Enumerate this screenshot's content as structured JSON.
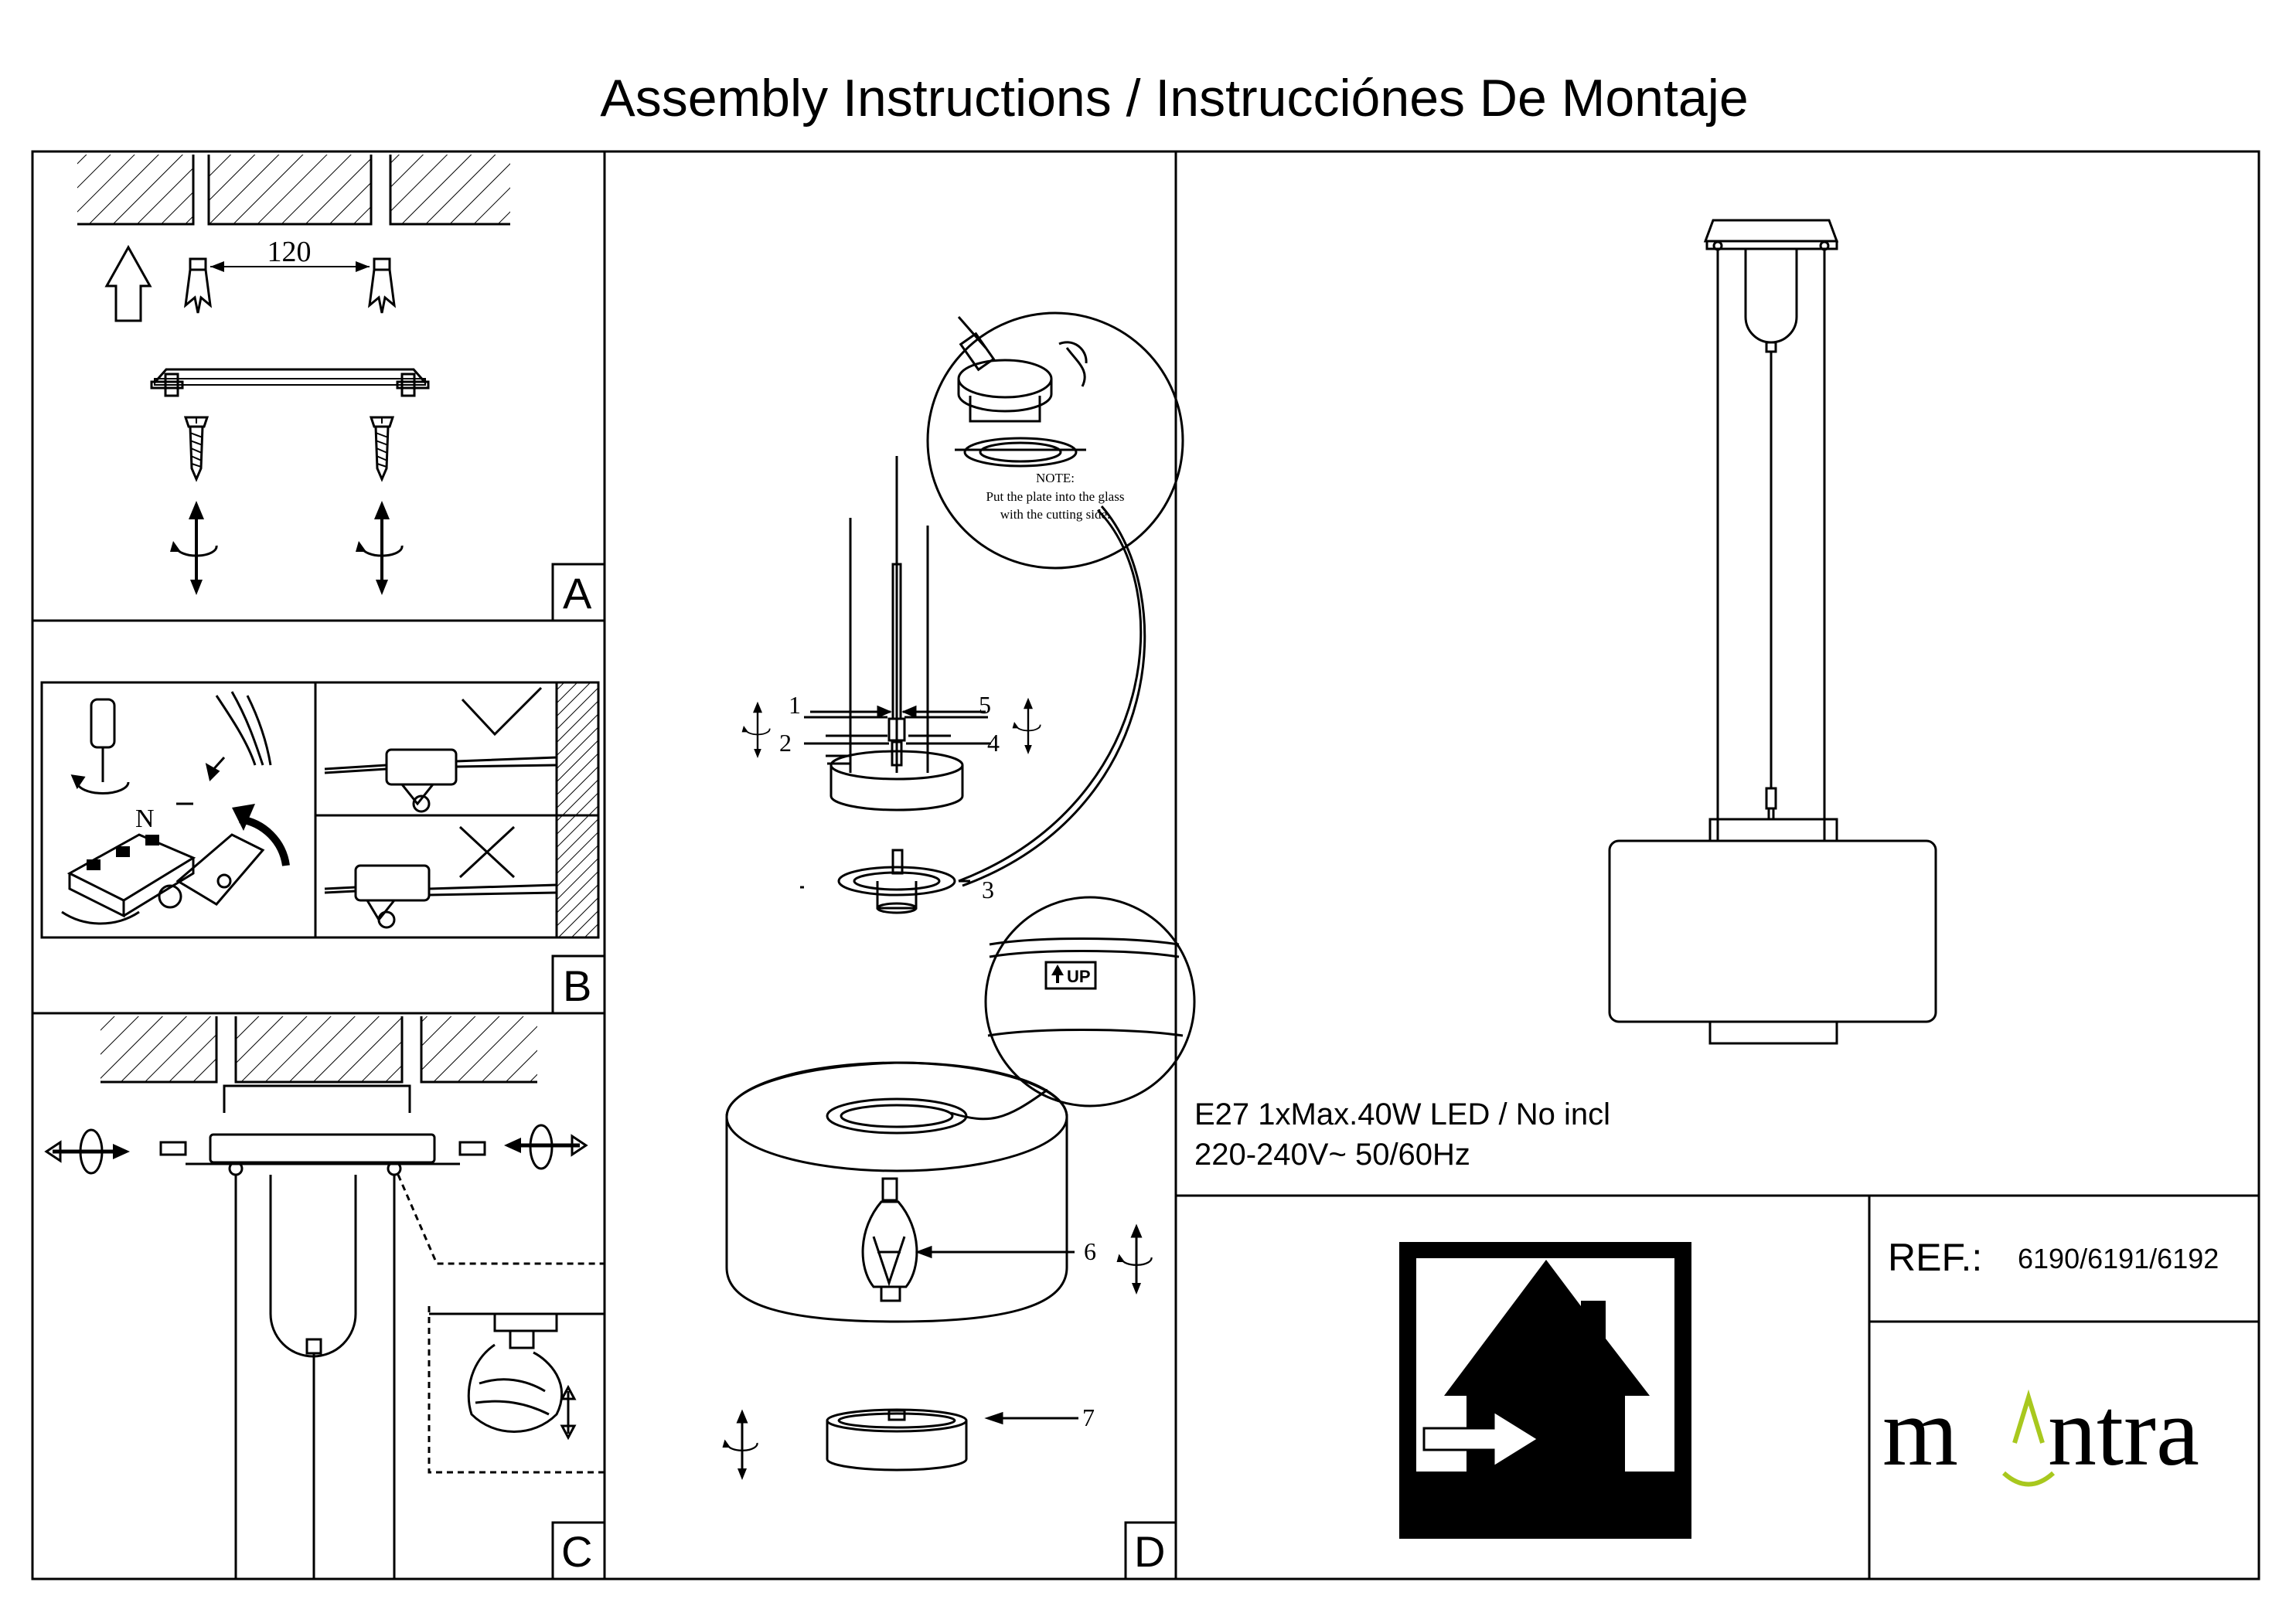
{
  "title": "Assembly Instructions / Instrucciónes De Montaje",
  "panels": {
    "a": {
      "letter": "A",
      "dimension": "120"
    },
    "b": {
      "letter": "B",
      "wire_label": "N"
    },
    "c": {
      "letter": "C"
    },
    "d": {
      "letter": "D",
      "note_heading": "NOTE:",
      "note_line1": "Put the plate into the glass",
      "note_line2": "with the cutting side.",
      "up_label": "UP",
      "parts": [
        "1",
        "2",
        "3",
        "4",
        "5",
        "6",
        "7"
      ]
    }
  },
  "specs": {
    "line1": "E27 1xMax.40W LED / No incl",
    "line2": "220-240V~ 50/60Hz"
  },
  "ref": {
    "label": "REF.:",
    "value": "6190/6191/6192"
  },
  "brand": {
    "name": "mantra",
    "accent_color": "#a8c81e"
  },
  "icons": [
    "indoor-use-icon",
    "rotate-arrow-icon",
    "up-arrow-icon",
    "screw-icon",
    "screwdriver-icon",
    "bulb-icon",
    "check-icon",
    "cross-icon"
  ]
}
